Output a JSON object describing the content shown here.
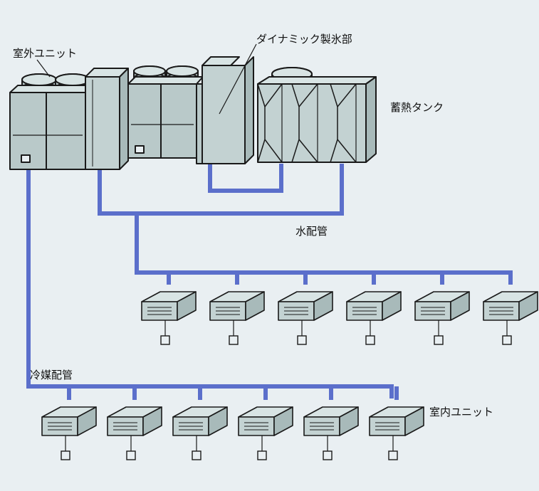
{
  "labels": {
    "outdoor_unit": "室外ユニット",
    "dynamic_ice_maker": "ダイナミック製氷部",
    "storage_tank": "蓄熱タンク",
    "water_piping": "水配管",
    "refrigerant_piping": "冷媒配管",
    "indoor_unit": "室内ユニット"
  },
  "colors": {
    "background": "#e9eff2",
    "pipe": "#5b6fcb",
    "equipment_fill": "#b9c9c9",
    "equipment_light": "#d8e4e4",
    "outline": "#1a1a1a"
  },
  "indoor_units": {
    "water_row_count": 6,
    "refrigerant_row_count": 6
  }
}
